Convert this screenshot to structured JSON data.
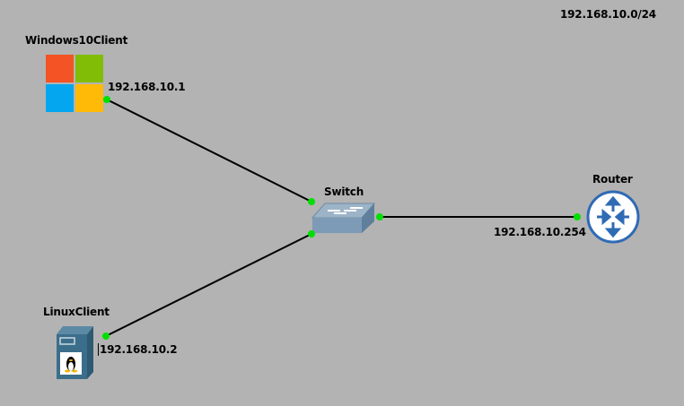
{
  "network_note": "192.168.10.0/24",
  "nodes": {
    "windows": {
      "name": "Windows10Client",
      "ip": "192.168.10.1",
      "icon": "windows-logo-icon"
    },
    "linux": {
      "name": "LinuxClient",
      "ip": "192.168.10.2",
      "icon": "linux-server-icon"
    },
    "switch": {
      "name": "Switch",
      "icon": "switch-icon"
    },
    "router": {
      "name": "Router",
      "ip": "192.168.10.254",
      "icon": "router-icon"
    }
  },
  "links": [
    {
      "from": "Windows10Client",
      "to": "Switch"
    },
    {
      "from": "LinuxClient",
      "to": "Switch"
    },
    {
      "from": "Switch",
      "to": "Router"
    }
  ],
  "colors": {
    "background": "#b3b3b3",
    "link": "#000000",
    "port_up": "#00e000",
    "win_red": "#f35325",
    "win_green": "#81bc06",
    "win_blue": "#05a6f0",
    "win_yellow": "#ffba08",
    "router": "#2f6bb5",
    "switch": "#7d9bb6",
    "server": "#3b6e8a"
  }
}
